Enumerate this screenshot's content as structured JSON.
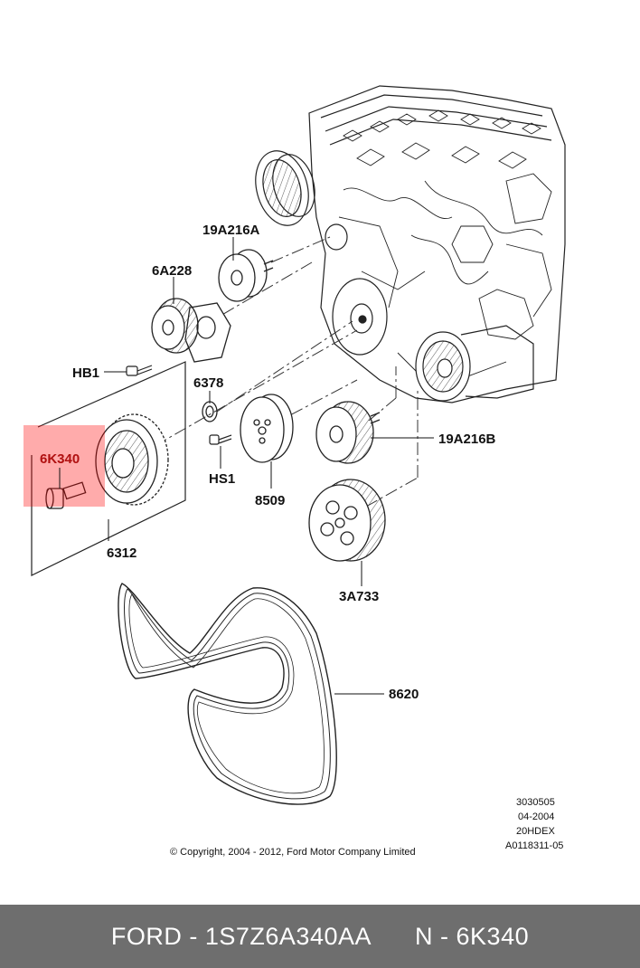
{
  "labels": {
    "p19A216A": "19A216A",
    "p6A228": "6A228",
    "hb1": "HB1",
    "p6378": "6378",
    "p6K340": "6K340",
    "hs1": "HS1",
    "p19A216B": "19A216B",
    "p8509": "8509",
    "p6312": "6312",
    "p3A733": "3A733",
    "p8620": "8620"
  },
  "meta_block": [
    "3030505",
    "04-2004",
    "20HDEX",
    "A0118311-05"
  ],
  "copyright": "© Copyright, 2004 - 2012, Ford Motor Company Limited",
  "footer": {
    "brand_part": "FORD - 1S7Z6A340AA",
    "number": "N - 6K340"
  },
  "colors": {
    "highlight": "#ff0000",
    "footer_bg": "#6e6e6e",
    "footer_text": "#ffffff",
    "highlight_label": "#b01010"
  }
}
